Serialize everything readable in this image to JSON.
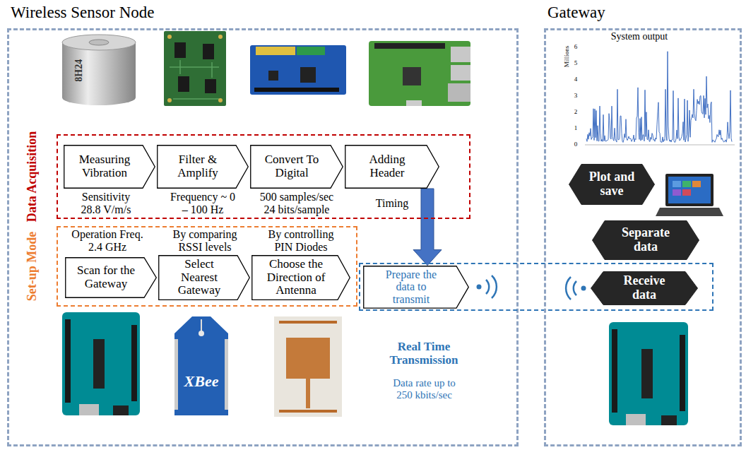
{
  "diagram": {
    "nodes": [
      {
        "text": [
          "Wireless Sensor Node"
        ]
      },
      {
        "text": [
          "Data Acquisition"
        ],
        "in": 0
      },
      {
        "text": [
          "Measuring Vibration"
        ],
        "in": 1
      },
      {
        "text": [
          "Filter & Amplify"
        ],
        "in": 1
      },
      {
        "text": [
          "Convert To Digital"
        ],
        "in": 1
      },
      {
        "text": [
          "Adding Header"
        ],
        "in": 1
      },
      {
        "text": [
          "Set-up Mode"
        ],
        "in": 0
      },
      {
        "text": [
          "Scan for the Gateway"
        ],
        "in": 6
      },
      {
        "text": [
          "Select Nearest Gateway"
        ],
        "in": 6
      },
      {
        "text": [
          "Choose the Direction of Antenna"
        ],
        "in": 6
      },
      {
        "text": [
          "Real Time Transmission",
          "Data rate up to 250 kbits/sec"
        ]
      },
      {
        "text": [
          "Prepare the data to transmit"
        ],
        "in": 10
      },
      {
        "text": [
          "Receive data"
        ],
        "in": 10
      },
      {
        "text": [
          "Gateway"
        ]
      },
      {
        "text": [
          "Plot and save"
        ],
        "in": 13
      },
      {
        "text": [
          "Separate data"
        ],
        "in": 13
      }
    ],
    "edges": [
      {
        "from": 5,
        "to": 11,
        "arrow": "to"
      }
    ],
    "labels": [
      "Sensitivity 28.8 V/m/s",
      "Frequency ~ 0 – 100 Hz",
      "500 samples/sec 24 bits/sample",
      "Timing",
      "Operation Freq. 2.4 GHz",
      "By comparing RSSI levels",
      "By controlling PIN Diodes",
      "System output",
      "Millions",
      "0",
      "1",
      "2",
      "3",
      "4",
      "5",
      "6",
      "8H24",
      "XBee"
    ]
  }
}
